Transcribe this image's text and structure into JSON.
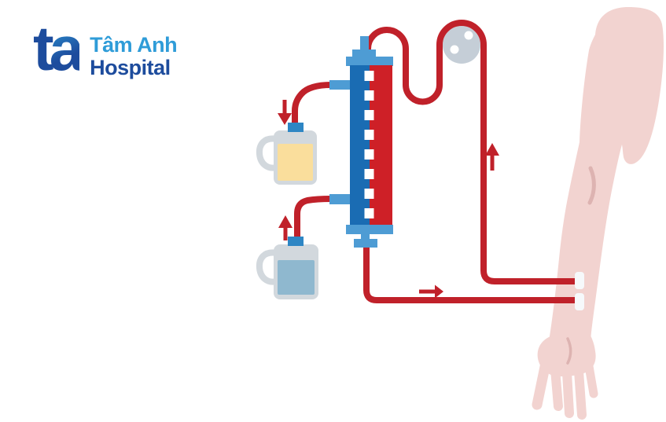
{
  "logo": {
    "monogram_t": "t",
    "monogram_a": "a",
    "name": "Tâm Anh",
    "subtitle": "Hospital"
  },
  "colors": {
    "background": "#ffffff",
    "tube_red": "#c0212a",
    "dialyzer_blue": "#1a6cb3",
    "dialyzer_red": "#ce2027",
    "cap_blue": "#4e9cd4",
    "jug_cap_blue": "#2e86c4",
    "jug_gray": "#d2d8dd",
    "liquid_yellow": "#fade9c",
    "liquid_blue": "#8fb8cf",
    "pump_gray": "#c5ced7",
    "arm_pink": "#f2d3d0",
    "crease_pink": "#ddb3b1",
    "tape_white": "#f6f9fb",
    "logo_dark": "#1d4c9d",
    "logo_light": "#2f9cd8"
  },
  "icons": {
    "pump": "roller-pump-icon",
    "arrow_dialysate_out": "arrow-down",
    "arrow_dialysate_in": "arrow-up",
    "arrow_blood_to_pump": "arrow-up",
    "arrow_blood_return": "arrow-right"
  }
}
